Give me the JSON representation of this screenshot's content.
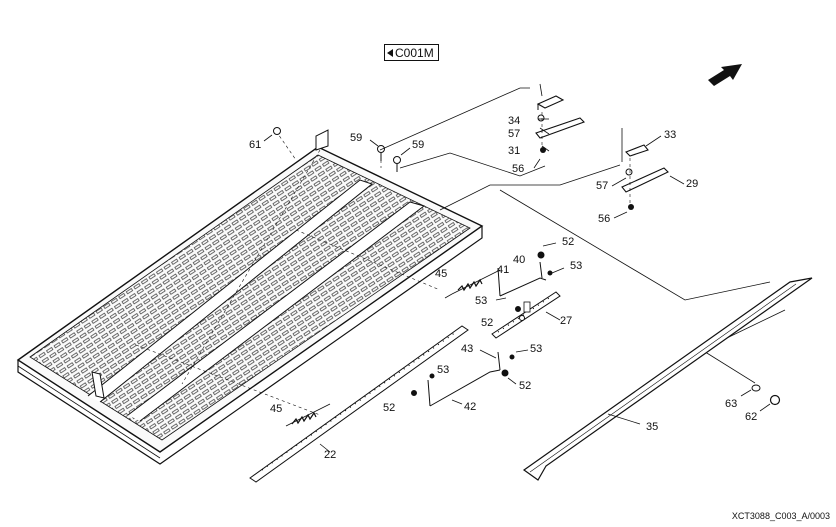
{
  "reference_tag": "C001M",
  "figure_code": "XCT3088_C003_A/0003",
  "callouts": [
    {
      "id": "c61",
      "text": "61"
    },
    {
      "id": "c59a",
      "text": "59"
    },
    {
      "id": "c59b",
      "text": "59"
    },
    {
      "id": "c34",
      "text": "34"
    },
    {
      "id": "c57a",
      "text": "57"
    },
    {
      "id": "c31",
      "text": "31"
    },
    {
      "id": "c56a",
      "text": "56"
    },
    {
      "id": "c33",
      "text": "33"
    },
    {
      "id": "c57b",
      "text": "57"
    },
    {
      "id": "c29",
      "text": "29"
    },
    {
      "id": "c56b",
      "text": "56"
    },
    {
      "id": "c52a",
      "text": "52"
    },
    {
      "id": "c40",
      "text": "40"
    },
    {
      "id": "c41",
      "text": "41"
    },
    {
      "id": "c53a",
      "text": "53"
    },
    {
      "id": "c45a",
      "text": "45"
    },
    {
      "id": "c53b",
      "text": "53"
    },
    {
      "id": "c52b",
      "text": "52"
    },
    {
      "id": "c27",
      "text": "27"
    },
    {
      "id": "c43",
      "text": "43"
    },
    {
      "id": "c53c",
      "text": "53"
    },
    {
      "id": "c53d",
      "text": "53"
    },
    {
      "id": "c52c",
      "text": "52"
    },
    {
      "id": "c52d",
      "text": "52"
    },
    {
      "id": "c42",
      "text": "42"
    },
    {
      "id": "c45b",
      "text": "45"
    },
    {
      "id": "c22",
      "text": "22"
    },
    {
      "id": "c35",
      "text": "35"
    },
    {
      "id": "c63",
      "text": "63"
    },
    {
      "id": "c62",
      "text": "62"
    }
  ]
}
